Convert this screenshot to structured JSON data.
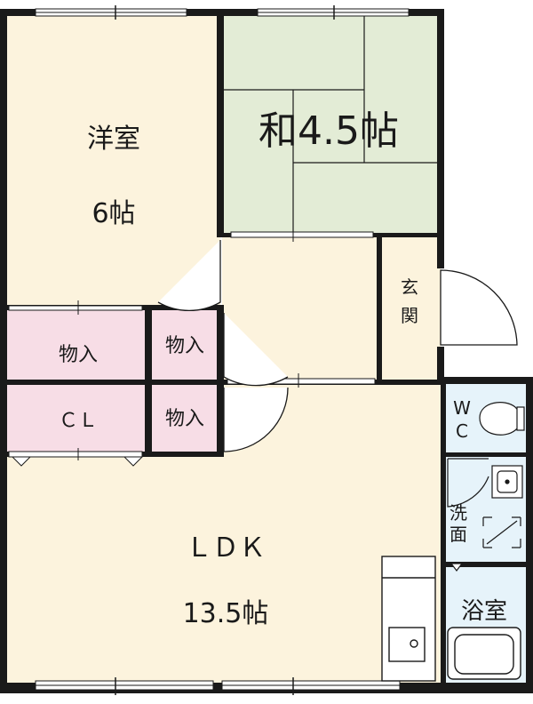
{
  "colors": {
    "wall": "#1a1a1a",
    "western": "#fcf3dd",
    "tatami": "#e3ecd6",
    "storage": "#f7dde6",
    "wet": "#e6f3fa"
  },
  "rooms": {
    "western": {
      "name": "洋室",
      "size": "6帖"
    },
    "japanese": {
      "name": "和4.5帖"
    },
    "entrance": {
      "line1": "玄",
      "line2": "関"
    },
    "storage_a": {
      "name": "物入"
    },
    "storage_b": {
      "name": "物入"
    },
    "storage_c": {
      "name": "物入"
    },
    "closet": {
      "name": "ＣＬ"
    },
    "ldk": {
      "name": "ＬＤＫ",
      "size": "13.5帖"
    },
    "wc": {
      "line1": "W",
      "line2": "C"
    },
    "washroom": {
      "line1": "洗",
      "line2": "面"
    },
    "bath": {
      "name": "浴室"
    }
  }
}
